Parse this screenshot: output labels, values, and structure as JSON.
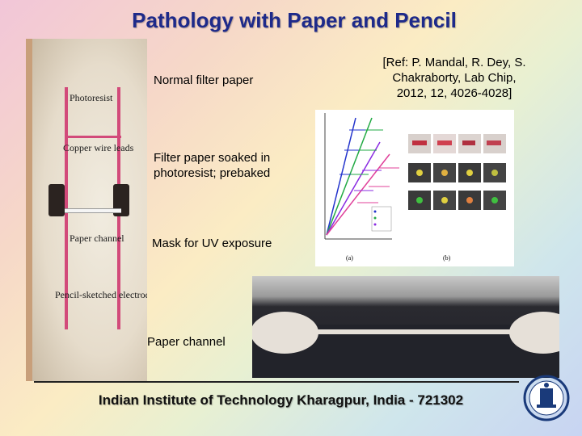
{
  "title": "Pathology with Paper and Pencil",
  "left_photo": {
    "labels": [
      "Photoresist",
      "Copper wire leads",
      "Paper channel",
      "Pencil-sketched electrodes"
    ]
  },
  "overlay": {
    "normal_filter": "Normal filter paper",
    "soaked_line1": "Filter paper soaked in",
    "soaked_line2": "photoresist; prebaked",
    "mask": "Mask for UV exposure",
    "paper_channel": "Paper channel"
  },
  "reference": {
    "line1": "[Ref: P. Mandal, R. Dey, S.",
    "line2": "Chakraborty, Lab Chip,",
    "line3": "2012, 12, 4026-4028]"
  },
  "figure": {
    "panel_a": "(a)",
    "panel_b": "(b)"
  },
  "footer": "Indian Institute of Technology Kharagpur, India - 721302",
  "colors": {
    "title": "#1e2a8a",
    "series": [
      "#2233cc",
      "#22aa44",
      "#8a2be2",
      "#e0409a"
    ]
  },
  "icons": [
    "iit-kgp-logo"
  ]
}
